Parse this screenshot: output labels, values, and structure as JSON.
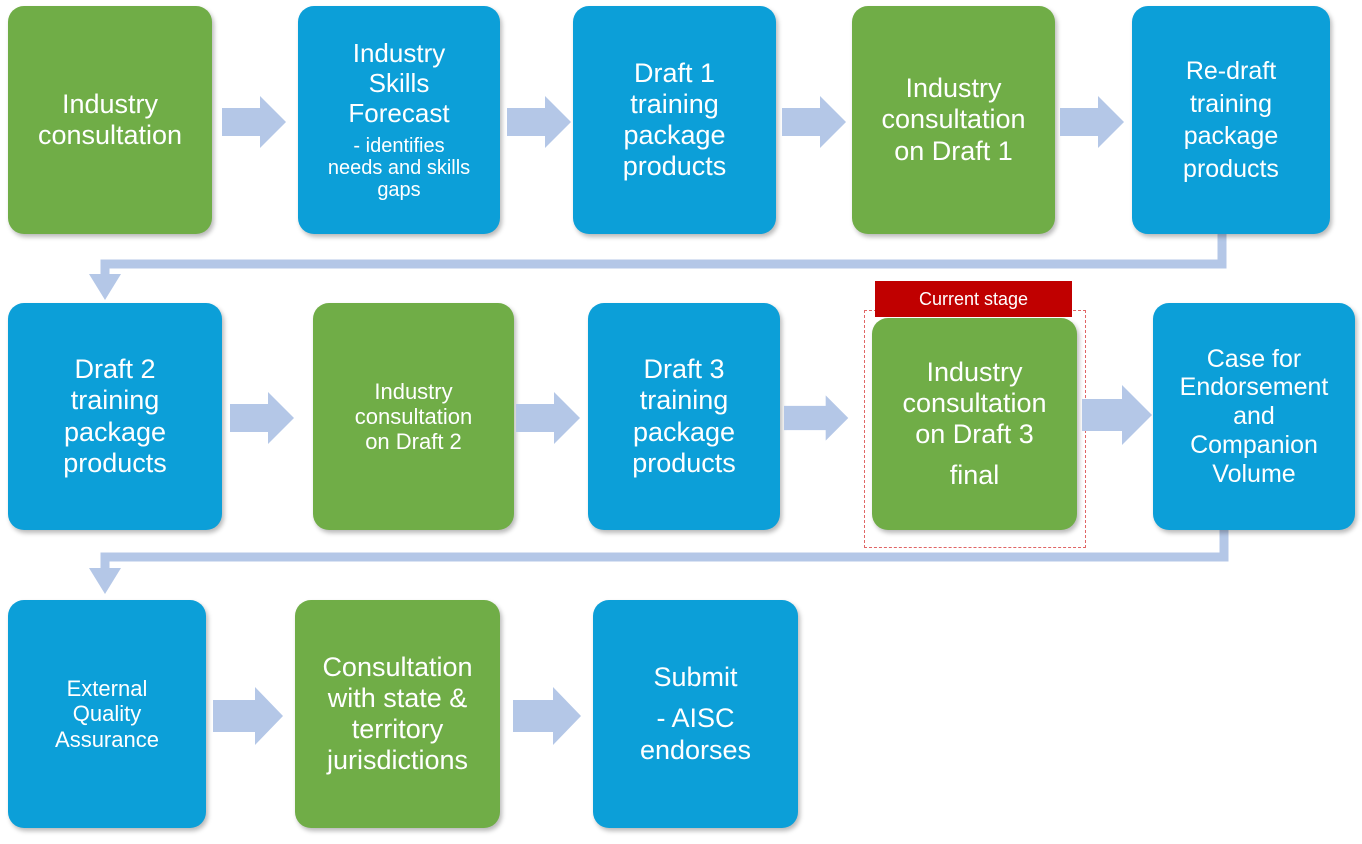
{
  "colors": {
    "green": "#70ad47",
    "blue": "#0c9fd8",
    "arrow": "#b4c7e7",
    "current": "#c00000"
  },
  "current_stage_label": "Current stage",
  "steps": {
    "s1": {
      "title": "Industry\nconsultation",
      "sub": ""
    },
    "s2": {
      "title": "Industry\nSkills\nForecast",
      "sub": "- identifies\nneeds and skills\ngaps"
    },
    "s3": {
      "title": "Draft 1\ntraining\npackage\nproducts",
      "sub": ""
    },
    "s4": {
      "title": "Industry\nconsultation\non Draft 1",
      "sub": ""
    },
    "s5": {
      "title": "Re-draft\ntraining\npackage\nproducts",
      "sub": ""
    },
    "s6": {
      "title": "Draft 2\ntraining\npackage\nproducts",
      "sub": ""
    },
    "s7": {
      "title": "Industry\nconsultation\non Draft 2",
      "sub": ""
    },
    "s8": {
      "title": "Draft 3\ntraining\npackage\nproducts",
      "sub": ""
    },
    "s9": {
      "title": "Industry\nconsultation\non Draft 3",
      "sub": "final"
    },
    "s10": {
      "title": "Case for\nEndorsement\nand\nCompanion\nVolume",
      "sub": ""
    },
    "s11": {
      "title": "External\nQuality\nAssurance",
      "sub": ""
    },
    "s12": {
      "title": "Consultation\nwith state &\nterritory\njurisdictions",
      "sub": ""
    },
    "s13": {
      "title": "Submit",
      "sub": "- AISC\nendorses"
    }
  }
}
